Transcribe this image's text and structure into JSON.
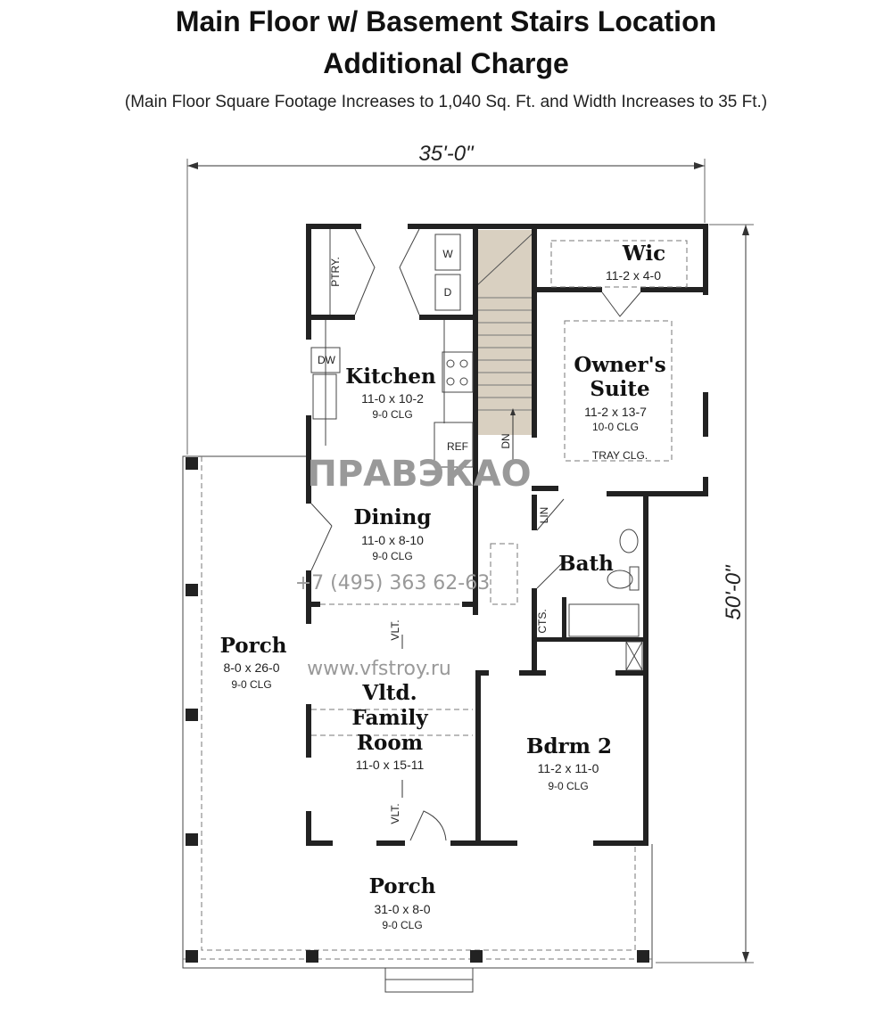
{
  "header": {
    "title_line1": "Main Floor w/ Basement Stairs Location",
    "title_line2": "Additional Charge",
    "subtitle": "(Main Floor Square Footage Increases to 1,040 Sq. Ft. and Width Increases to 35 Ft.)"
  },
  "dimensions": {
    "width": "35'-0\"",
    "depth": "50'-0\""
  },
  "rooms": {
    "kitchen": {
      "name": "Kitchen",
      "size": "11-0 x 10-2",
      "ceiling": "9-0 CLG"
    },
    "wic": {
      "name": "Wic",
      "size": "11-2 x 4-0"
    },
    "owners_suite": {
      "name1": "Owner's",
      "name2": "Suite",
      "size": "11-2 x 13-7",
      "ceiling": "10-0 CLG",
      "note": "TRAY CLG."
    },
    "dining": {
      "name": "Dining",
      "size": "11-0 x 8-10",
      "ceiling": "9-0 CLG"
    },
    "bath": {
      "name": "Bath"
    },
    "side_porch": {
      "name": "Porch",
      "size": "8-0 x 26-0",
      "ceiling": "9-0 CLG"
    },
    "family": {
      "name1": "Vltd.",
      "name2": "Family",
      "name3": "Room",
      "size": "11-0 x 15-11"
    },
    "bdrm2": {
      "name": "Bdrm 2",
      "size": "11-2 x 11-0",
      "ceiling": "9-0 CLG"
    },
    "front_porch": {
      "name": "Porch",
      "size": "31-0 x 8-0",
      "ceiling": "9-0 CLG"
    }
  },
  "labels": {
    "pantry": "PTRY.",
    "washer": "W",
    "dryer": "D",
    "dishwasher": "DW",
    "fridge": "REF",
    "down": "DN",
    "linen": "LIN",
    "closet": "CTS.",
    "vault": "VLT."
  },
  "watermark": {
    "logo": "ПРАВЭКАО",
    "phone": "+7 (495) 363 62-63",
    "url": "www.vfstroy.ru"
  },
  "colors": {
    "wall": "#222222",
    "stair": "#d9d0c1"
  }
}
